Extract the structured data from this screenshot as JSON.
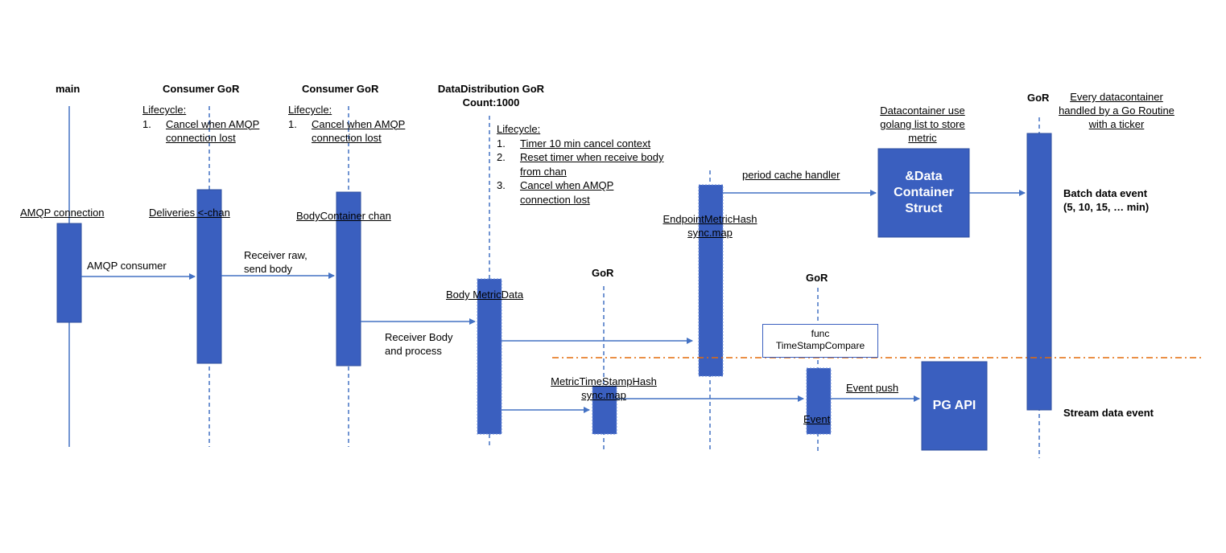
{
  "participants": {
    "main": "main",
    "consumer1": "Consumer GoR",
    "consumer2": "Consumer GoR",
    "distribution": "DataDistribution GoR",
    "distribution_count": "Count:1000",
    "gor_mid": "GoR",
    "gor_event": "GoR",
    "gor_right": "GoR"
  },
  "lifecycle_consumer1": {
    "title": "Lifecycle:",
    "items": [
      {
        "num": "1.",
        "lines": [
          "Cancel when AMQP",
          "connection lost"
        ]
      }
    ]
  },
  "lifecycle_consumer2": {
    "title": "Lifecycle:",
    "items": [
      {
        "num": "1.",
        "lines": [
          "Cancel when AMQP",
          "connection lost"
        ]
      }
    ]
  },
  "lifecycle_distribution": {
    "title": "Lifecycle:",
    "items": [
      {
        "num": "1.",
        "lines": [
          "Timer 10 min cancel context"
        ]
      },
      {
        "num": "2.",
        "lines": [
          "Reset timer when receive body",
          "from chan"
        ]
      },
      {
        "num": "3.",
        "lines": [
          "Cancel when AMQP",
          "connection lost"
        ]
      }
    ]
  },
  "labels": {
    "amqp_connection": "AMQP connection",
    "deliveries_chan": "Deliveries  <-chan",
    "body_container_chan": "BodyContainer chan",
    "amqp_consumer": "AMQP consumer",
    "receiver_raw_1": "Receiver raw,",
    "receiver_raw_2": "send body",
    "receiver_body_1": "Receiver Body",
    "receiver_body_2": "and process",
    "body_metric_data": "Body MetricData",
    "endpoint_hash_1": "EndpointMetricHash",
    "endpoint_hash_2": "sync.map",
    "period_cache_handler": "period cache handler",
    "datacontainer_note_1": "Datacontainer use",
    "datacontainer_note_2": "golang list to store",
    "datacontainer_note_3": "metric",
    "every_container_1": "Every datacontainer",
    "every_container_2": "handled by a Go Routine",
    "every_container_3": "with a ticker",
    "batch_event_1": "Batch data event",
    "batch_event_2": "(5, 10, 15, … min)",
    "stream_event": "Stream data event",
    "timestamp_hash_1": "MetricTimeStampHash",
    "timestamp_hash_2": "sync.map",
    "event_push": "Event push",
    "event": "Event",
    "func_line1": "func",
    "func_line2": "TimeStampCompare"
  },
  "boxes": {
    "data_container_1": "&Data",
    "data_container_2": "Container",
    "data_container_3": "Struct",
    "pg_api": "PG API"
  },
  "colors": {
    "bar": "#3a5fbf",
    "line": "#4472c4",
    "divider": "#e46c0a"
  }
}
